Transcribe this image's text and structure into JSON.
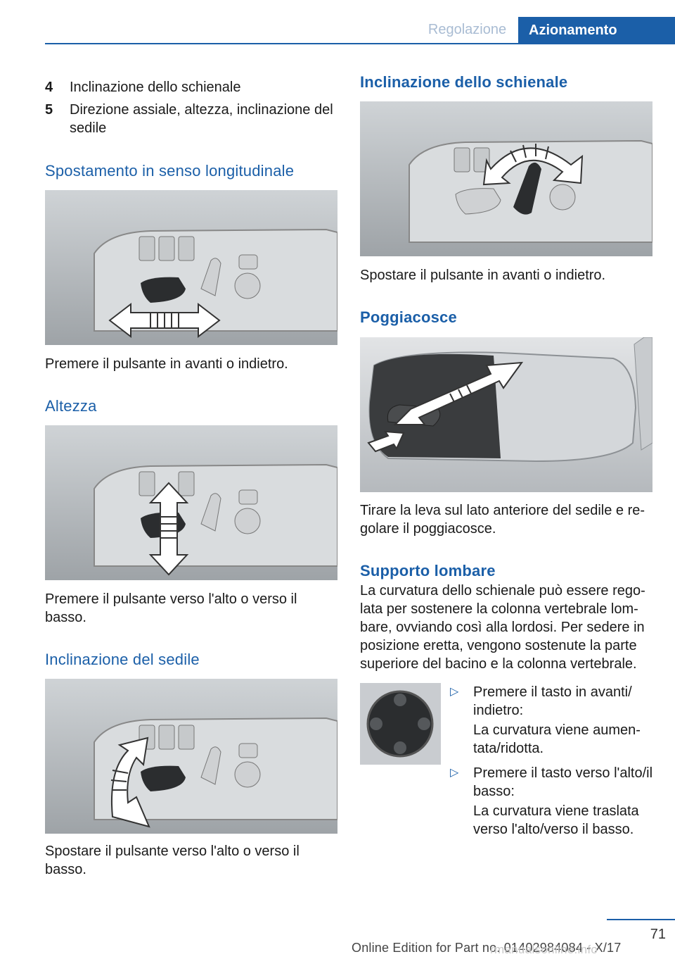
{
  "header": {
    "tab_left": "Regolazione",
    "tab_right": "Azionamento",
    "accent": "#1b5fa8"
  },
  "list": [
    {
      "num": "4",
      "text": "Inclinazione dello schienale"
    },
    {
      "num": "5",
      "text_line1": "Direzione assiale, altezza, inclinazione del",
      "text_line2": "sedile"
    }
  ],
  "sec_long": {
    "title": "Spostamento in senso longitudinale",
    "caption": "Premere il pulsante in avanti o indietro."
  },
  "sec_alt": {
    "title": "Altezza",
    "caption_line1": "Premere il pulsante verso l'alto o verso il",
    "caption_line2": "basso."
  },
  "sec_incl": {
    "title": "Inclinazione del sedile",
    "caption_line1": "Spostare il pulsante verso l'alto o verso il",
    "caption_line2": "basso."
  },
  "sec_back": {
    "title": "Inclinazione dello schienale",
    "caption": "Spostare il pulsante in avanti o indietro."
  },
  "sec_cush": {
    "title": "Poggiacosce",
    "caption_line1": "Tirare la leva sul lato anteriore del sedile e re-",
    "caption_line2": "golare il poggiacosce."
  },
  "sec_lumb": {
    "title": "Supporto lombare",
    "para": [
      "La curvatura dello schienale può essere rego-",
      "lata per sostenere la colonna vertebrale lom-",
      "bare, ovviando così alla lordosi. Per sedere in",
      "posizione eretta, vengono sostenute la parte",
      "superiore del bacino e la colonna vertebrale."
    ],
    "bullets": [
      {
        "l1": "Premere il tasto in avanti/",
        "l2": "indietro:",
        "s1": "La curvatura viene aumen-",
        "s2": "tata/ridotta."
      },
      {
        "l1": "Premere il tasto verso l'alto/il",
        "l2": "basso:",
        "s1": "La curvatura viene traslata",
        "s2": "verso l'alto/verso il basso."
      }
    ]
  },
  "footer": {
    "page": "71",
    "edition": "Online Edition for Part no. 01402984084 - X/17",
    "watermark": "rmanualsonline.info"
  }
}
